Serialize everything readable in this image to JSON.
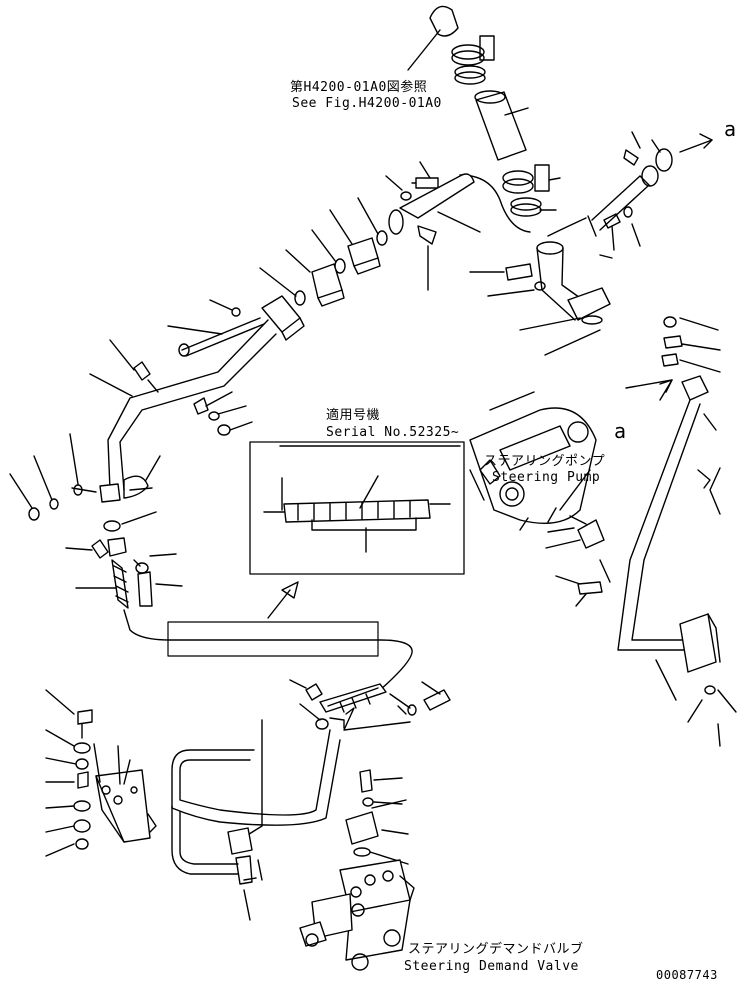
{
  "ref_note": {
    "jp": "第H4200-01A0図参照",
    "en": "See Fig.H4200-01A0"
  },
  "serial_note": {
    "jp": "適用号機",
    "en": "Serial No.52325~"
  },
  "steering_pump": {
    "jp": "ステアリングポンプ",
    "en": "Steering Pump"
  },
  "demand_valve": {
    "jp": "ステアリングデマンドバルブ",
    "en": "Steering Demand Valve"
  },
  "connector_a": "a",
  "drawing_number": "00087743"
}
